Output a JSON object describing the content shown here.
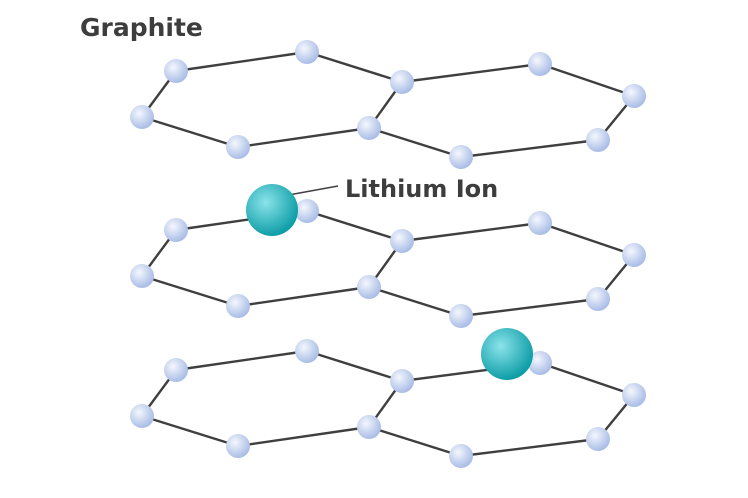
{
  "diagram": {
    "title": "Graphite",
    "ion_label": "Lithium Ion",
    "colors": {
      "bond": "#3f3f3f",
      "carbon_light": "#f4f7fd",
      "carbon_dark": "#a9bde6",
      "ion_light": "#8be3ea",
      "ion_dark": "#0f9ea7",
      "text": "#3d3d3d"
    },
    "layers": [
      {
        "name": "graphite-layer-1",
        "carbon_atom_count": 10
      },
      {
        "name": "graphite-layer-2",
        "carbon_atom_count": 10
      },
      {
        "name": "graphite-layer-3",
        "carbon_atom_count": 10
      }
    ],
    "lithium_ions": [
      {
        "name": "lithium-ion-1",
        "layer": 2,
        "labeled": true
      },
      {
        "name": "lithium-ion-2",
        "layer": 3,
        "labeled": false
      }
    ]
  }
}
